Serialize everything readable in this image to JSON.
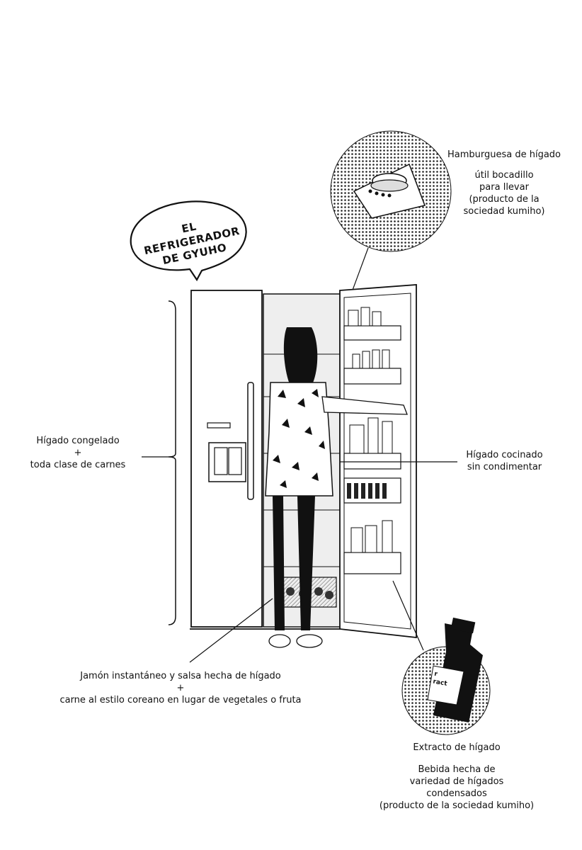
{
  "speech_bubble": {
    "line1": "EL REFRIGERADOR",
    "line2": "DE GYUHO"
  },
  "callouts": {
    "hamburguesa": {
      "title": "Hamburguesa de hígado",
      "lines": [
        "útil bocadillo",
        "para llevar",
        "(producto de la",
        "sociedad kumiho)"
      ]
    },
    "higado_congelado": {
      "lines": [
        "Hígado congelado",
        "+",
        "toda clase de carnes"
      ]
    },
    "higado_cocinado": {
      "lines": [
        "Hígado cocinado",
        "sin condimentar"
      ]
    },
    "jamon": {
      "lines": [
        "Jamón instantáneo y salsa hecha de hígado",
        "+",
        "carne al estilo coreano en lugar de vegetales o fruta"
      ]
    },
    "extracto": {
      "title": "Extracto de hígado",
      "lines": [
        "Bebida hecha de",
        "variedad de hígados",
        "condensados",
        "(producto de la sociedad kumiho)"
      ],
      "bottle_label": [
        "r",
        "ract"
      ]
    }
  },
  "colors": {
    "ink": "#111111",
    "screentone": "#222222",
    "paper": "#ffffff",
    "shade": "#9a9a9a"
  }
}
